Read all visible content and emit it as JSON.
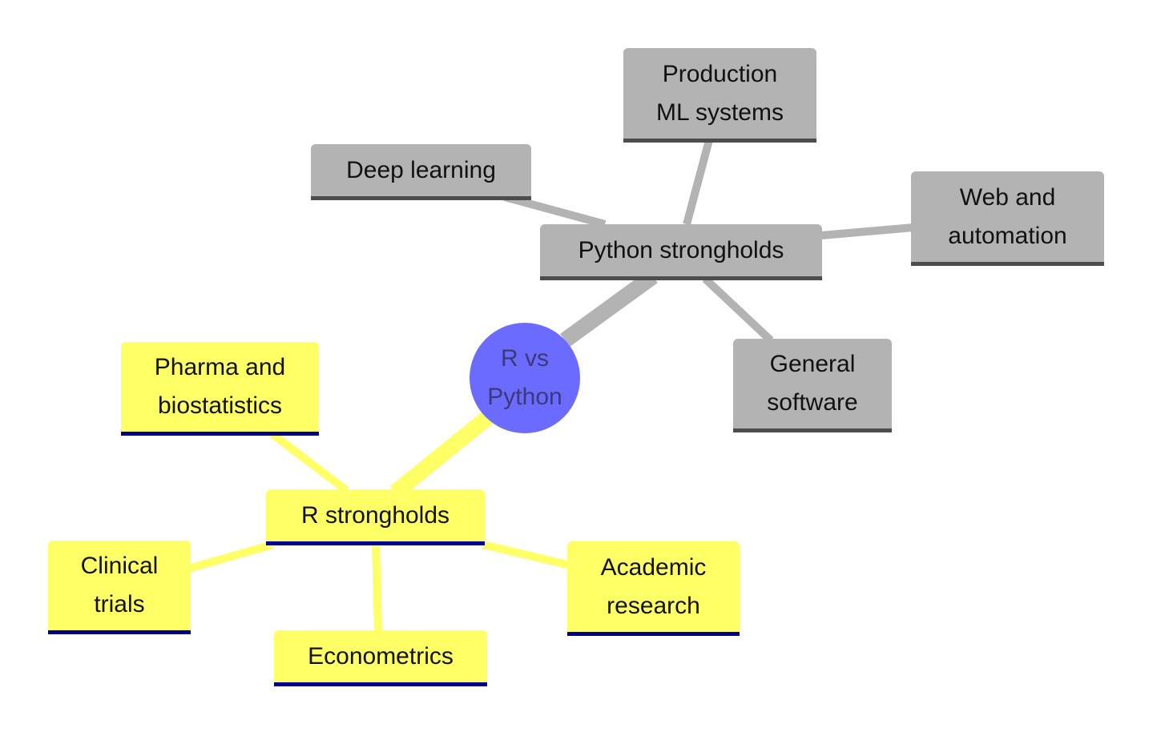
{
  "center": {
    "label": "R vs\nPython",
    "color": "#6b6bff"
  },
  "branches": {
    "python": {
      "label": "Python strongholds",
      "color": "#b3b3b3",
      "underline": "#4d4d4d",
      "children": [
        "Production\nML systems",
        "Deep learning",
        "Web and\nautomation",
        "General\nsoftware"
      ]
    },
    "r": {
      "label": "R strongholds",
      "color": "#ffff66",
      "underline": "#00008b",
      "children": [
        "Pharma and\nbiostatistics",
        "Clinical\ntrials",
        "Econometrics",
        "Academic\nresearch"
      ]
    }
  }
}
